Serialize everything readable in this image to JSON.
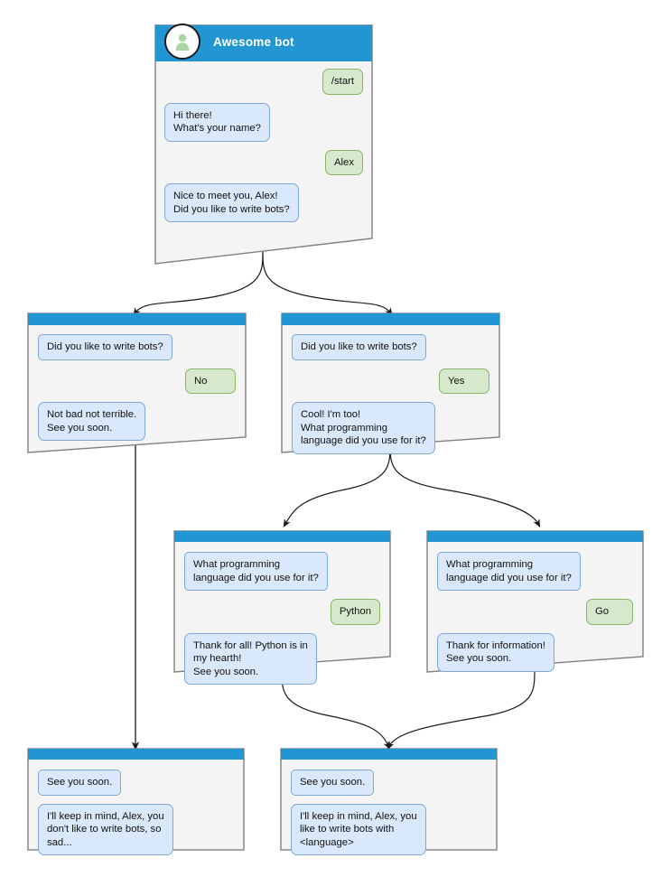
{
  "diagram": {
    "type": "bot-conversation-flow",
    "title": "Awesome bot conversation flow",
    "colors": {
      "header_blue": "#2196d3",
      "card_background": "#f4f4f4",
      "card_border": "#808080",
      "bot_bubble_fill": "#d9e8fb",
      "bot_bubble_stroke": "#7ea8d8",
      "user_bubble_fill": "#d6e9cd",
      "user_bubble_stroke": "#86b566",
      "edge_stroke": "#1a1a1a",
      "avatar_glyph": "#a8d5a2"
    }
  },
  "cards": {
    "root": {
      "title": "Awesome bot",
      "avatar_icon": "person-avatar-icon",
      "messages": [
        {
          "side": "user",
          "text": "/start"
        },
        {
          "side": "bot",
          "text": "Hi there!\nWhat's your name?"
        },
        {
          "side": "user",
          "text": "Alex"
        },
        {
          "side": "bot",
          "text": "Nice to meet you, Alex!\nDid you like to write bots?"
        }
      ]
    },
    "no_branch": {
      "messages": [
        {
          "side": "bot",
          "text": "Did you like to write bots?"
        },
        {
          "side": "user",
          "text": "No"
        },
        {
          "side": "bot",
          "text": "Not bad not terrible.\nSee you soon."
        }
      ]
    },
    "yes_branch": {
      "messages": [
        {
          "side": "bot",
          "text": "Did you like to write bots?"
        },
        {
          "side": "user",
          "text": "Yes"
        },
        {
          "side": "bot",
          "text": "Cool! I'm too!\nWhat programming\nlanguage did you use for it?"
        }
      ]
    },
    "python_branch": {
      "messages": [
        {
          "side": "bot",
          "text": "What programming\nlanguage did you use for it?"
        },
        {
          "side": "user",
          "text": "Python"
        },
        {
          "side": "bot",
          "text": "Thank for all! Python is in\nmy hearth!\nSee you soon."
        }
      ]
    },
    "go_branch": {
      "messages": [
        {
          "side": "bot",
          "text": "What programming\nlanguage did you use for it?"
        },
        {
          "side": "user",
          "text": "Go"
        },
        {
          "side": "bot",
          "text": "Thank for information!\nSee you soon."
        }
      ]
    },
    "end_sad": {
      "messages": [
        {
          "side": "bot",
          "text": "See you soon."
        },
        {
          "side": "bot",
          "text": "I'll keep in mind, Alex, you\ndon't like to write bots, so\nsad..."
        }
      ]
    },
    "end_happy": {
      "messages": [
        {
          "side": "bot",
          "text": "See you soon."
        },
        {
          "side": "bot",
          "text": "I'll keep in mind, Alex, you\nlike to write bots with\n<language>"
        }
      ]
    }
  }
}
